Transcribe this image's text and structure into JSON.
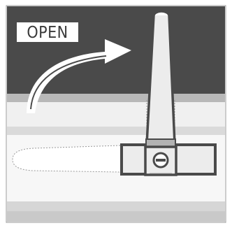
{
  "label": {
    "text": "OPEN"
  },
  "colors": {
    "dark_panel": "#4a4a4a",
    "gray_band": "#b3b3b3",
    "light_band": "#ececec",
    "lower_band": "#d9d9d9",
    "handle_fill": "#e6e6e6",
    "outline": "#3a3a3a",
    "accent_white": "#ffffff"
  },
  "icons": {
    "arrow": "curved-arrow-up-right",
    "screw": "slot-screw"
  }
}
